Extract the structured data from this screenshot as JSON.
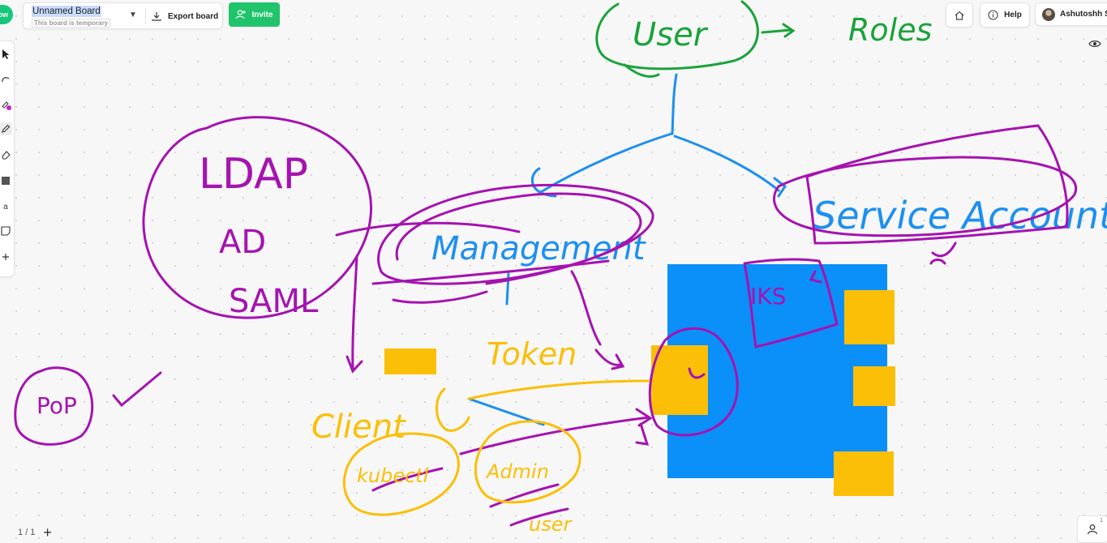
{
  "header": {
    "board_name": "Unnamed Board",
    "board_subtitle": "This board is temporary",
    "export_label": "Export board",
    "invite_label": "Invite",
    "help_label": "Help",
    "user_name": "Ashutoshh Sin"
  },
  "footer": {
    "page_indicator": "1 / 1",
    "presence_count": "1"
  },
  "toolbar": {
    "active_color": "#c21fc9",
    "text_tool_label": "a"
  },
  "handwriting": {
    "user": "User",
    "roles": "Roles",
    "ldap": "LDAP",
    "ad": "AD",
    "saml": "SAML",
    "management": "Management",
    "service_account": "Service Account",
    "iks": "IKS",
    "token": "Token",
    "client": "Client",
    "kubectl": "kubectl",
    "admin": "Admin",
    "user_small": "user",
    "pop": "PoP"
  },
  "colors": {
    "green": "#1aa33a",
    "blue": "#1d8ff0",
    "purple": "#a513b0",
    "yellow": "#fbbf07",
    "sticky_yellow": "#fbbf07",
    "shape_blue": "#0b8ff8",
    "invite_green": "#1fc46b"
  }
}
